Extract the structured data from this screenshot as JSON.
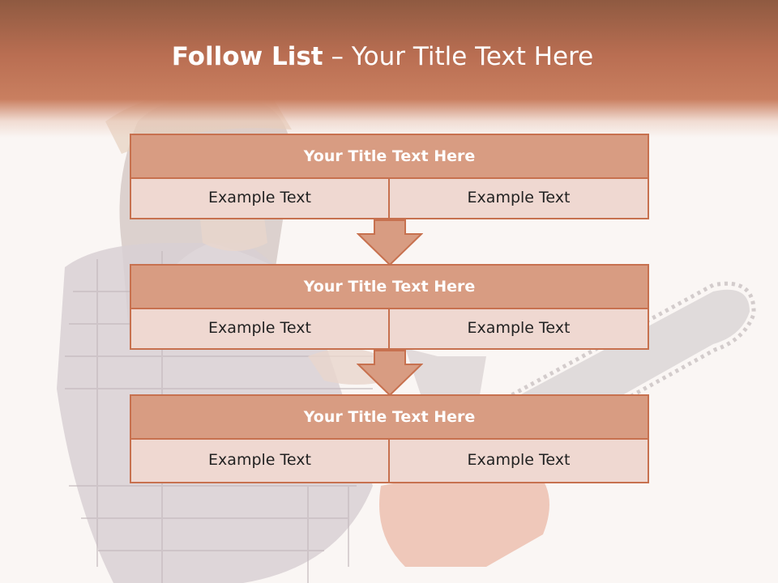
{
  "slide": {
    "title_bold": "Follow List",
    "title_rest": " – Your Title Text Here"
  },
  "steps": [
    {
      "title": "Your Title Text Here",
      "left": "Example Text",
      "right": "Example Text"
    },
    {
      "title": "Your Title Text Here",
      "left": "Example Text",
      "right": "Example Text"
    },
    {
      "title": "Your Title Text Here",
      "left": "Example Text",
      "right": "Example Text"
    }
  ],
  "colors": {
    "accent": "#c7714f",
    "box_title_fill": "#d89c82",
    "box_cell_fill": "#efd8d1"
  }
}
